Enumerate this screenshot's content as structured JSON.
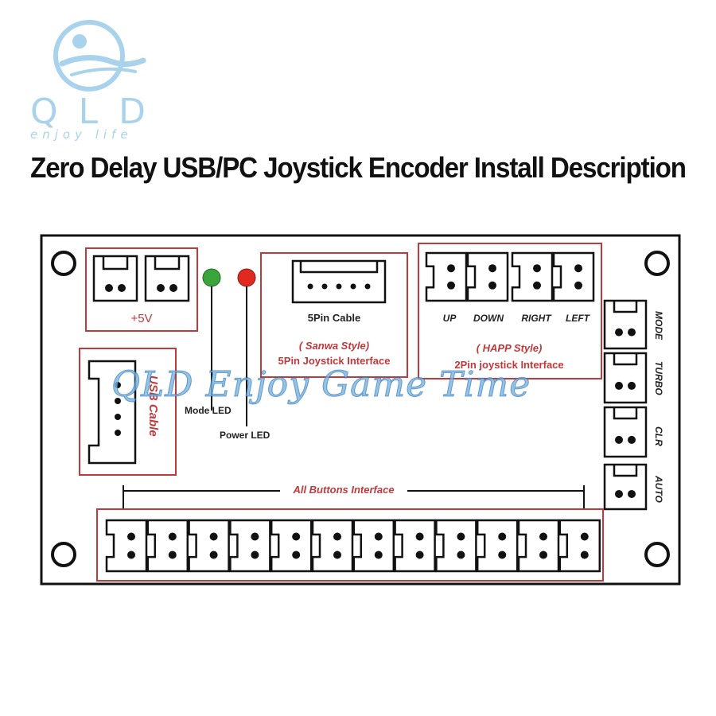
{
  "logo": {
    "brand": "QLD",
    "tagline": "enjoy life",
    "color": "#a9d3ec"
  },
  "title": "Zero Delay USB/PC Joystick Encoder Install Description",
  "board": {
    "power_label": "+5V",
    "usb_label": "USB Cable",
    "mode_led_label": "Mode LED",
    "power_led_label": "Power LED",
    "sanwa": {
      "cable_label": "5Pin Cable",
      "style_label": "( Sanwa Style)",
      "interface_label": "5Pin Joystick Interface"
    },
    "happ": {
      "directions": [
        "UP",
        "DOWN",
        "RIGHT",
        "LEFT"
      ],
      "style_label": "( HAPP Style)",
      "interface_label": "2Pin joystick Interface"
    },
    "side_buttons": [
      "MODE",
      "TURBO",
      "CLR",
      "AUTO"
    ],
    "buttons_label": "All Buttons Interface",
    "button_count": 12,
    "colors": {
      "highlight": "#c0393b",
      "mode_led": "#3aa53a",
      "power_led": "#e02a1f",
      "outline": "#111111"
    }
  },
  "watermark": "QLD Enjoy Game Time"
}
